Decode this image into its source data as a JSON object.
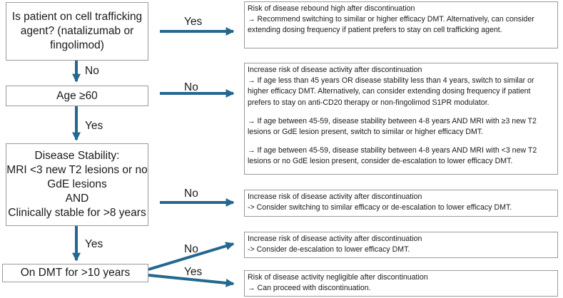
{
  "decisions": {
    "cell_trafficking": "Is patient on cell trafficking agent? (natalizumab or fingolimod)",
    "age": "Age ≥60",
    "disease_stability": "Disease Stability:\nMRI <3 new T2 lesions or no GdE lesions\nAND\nClinically stable for >8 years",
    "dmt_duration": "On DMT for >10 years"
  },
  "labels": {
    "yes_1": "Yes",
    "no_1": "No",
    "no_2": "No",
    "yes_2": "Yes",
    "no_3": "No",
    "yes_3": "Yes",
    "no_4": "No",
    "yes_4": "Yes"
  },
  "outcomes": {
    "rebound": {
      "title": "Risk of disease rebound high after discontinuation",
      "text": "→ Recommend switching to similar or higher efficacy DMT. Alternatively, can consider extending dosing frequency if patient prefers to stay on cell trafficking agent."
    },
    "age_under_60": {
      "title": "Increase risk of disease activity after discontinuation",
      "text_1": "→ If age less than 45 years OR disease stability less than 4 years, switch to similar or higher efficacy DMT. Alternatively, can consider extending dosing frequency if patient prefers to stay on anti-CD20 therapy or non-fingolimod S1PR modulator.",
      "text_2": "→ If age between 45-59, disease stability between 4-8 years AND MRI with ≥3 new T2 lesions or GdE lesion present, switch to similar or higher efficacy DMT.",
      "text_3": "→ If age between 45-59, disease stability between 4-8 years AND MRI with <3 new T2 lesions or no GdE lesion present, consider de-escalation to lower efficacy DMT."
    },
    "unstable": {
      "title": "Increase risk of disease activity after discontinuation",
      "text": "-> Consider switching to similar efficacy or de-escalation to lower efficacy DMT."
    },
    "short_dmt": {
      "title": "Increase risk of disease activity after discontinuation",
      "text": "-> Consider de-escalation to lower efficacy DMT."
    },
    "negligible": {
      "title": "Risk of disease activity negligible after discontinuation",
      "text": "→ Can proceed with discontinuation."
    }
  },
  "colors": {
    "arrow": "#24678f",
    "border": "#9a9a9a"
  }
}
